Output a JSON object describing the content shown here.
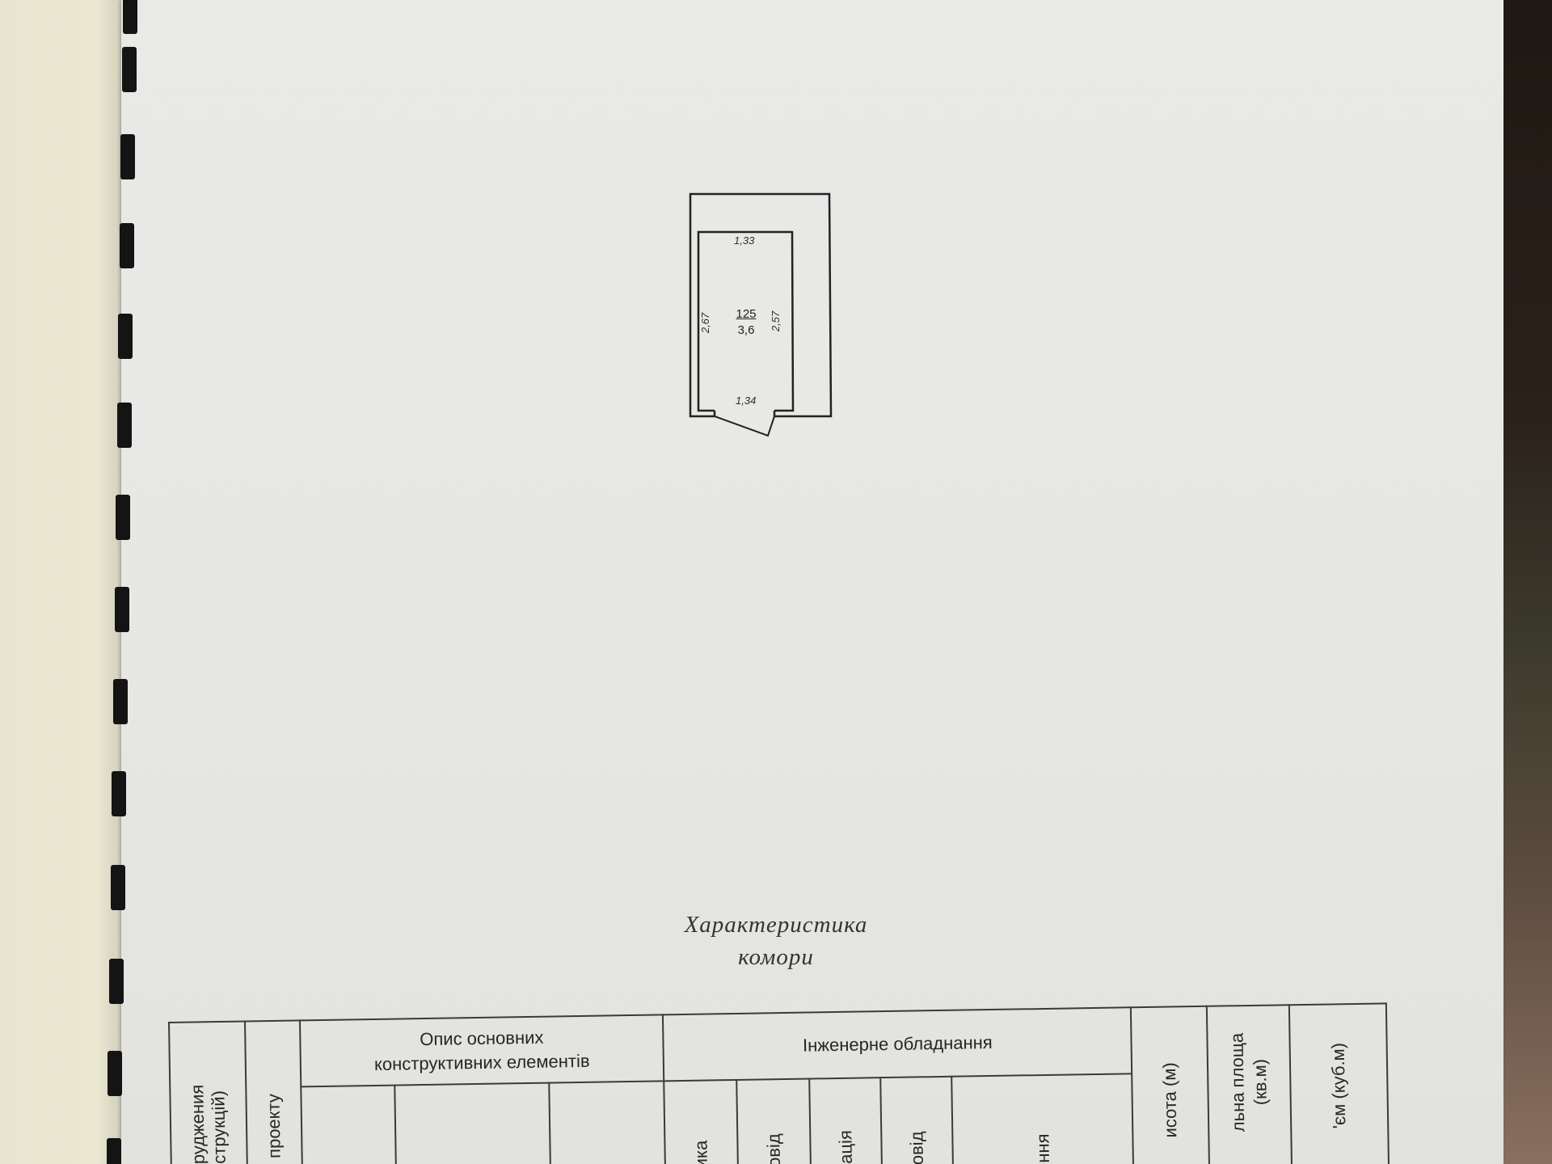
{
  "plan": {
    "room_number": "125",
    "room_area": "3,6",
    "dim_top": "1,33",
    "dim_bottom": "1,34",
    "dim_left": "2,67",
    "dim_right": "2,57"
  },
  "caption": {
    "line1": "Характеристика",
    "line2": "комори"
  },
  "table": {
    "col_structure": [
      "оруджения",
      "нструкцій)"
    ],
    "col_project": "я проекту",
    "group_elements": [
      "Опис основних",
      "конструктивних елементів"
    ],
    "group_engineering": "Інженерне обладнання",
    "eng_sub": [
      "рика",
      "ровід",
      "ізація",
      "ровід",
      "ення"
    ],
    "col_height": "исота (м)",
    "col_area": [
      "льна площа",
      "(кв.м)"
    ],
    "col_volume": "'єм (куб.м)"
  }
}
